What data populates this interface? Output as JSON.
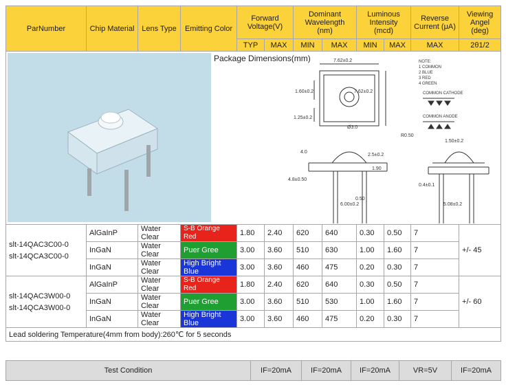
{
  "header": {
    "part_number": "ParNumber",
    "chip_material": "Chip Material",
    "lens_type": "Lens Type",
    "emitting_color": "Emitting Color",
    "forward_voltage": "Forward Voltage(V)",
    "dominant_wavelength": "Dominant Wavelength (nm)",
    "luminous_intensity": "Luminous Intensity (mcd)",
    "reverse_current": "Reverse Current (μA)",
    "viewing_angle": "Viewing Angel (deg)",
    "sub": {
      "typ": "TYP",
      "vf_max": "MAX",
      "wl_min": "MIN",
      "wl_max": "MAX",
      "iv_min": "MIN",
      "iv_max": "MAX",
      "ir_max": "MAX",
      "angle": "2θ1/2"
    }
  },
  "package": {
    "title": "Package Dimensions(mm)"
  },
  "groups": [
    {
      "part_numbers": [
        "slt-14QAC3C00-0",
        "slt-14QCA3C00-0"
      ],
      "angle": "+/- 45",
      "rows": [
        {
          "chip": "AlGaInP",
          "lens": "Water Clear",
          "color": "S-B Orange Red",
          "vf_typ": "1.80",
          "vf_max": "2.40",
          "wl_min": "620",
          "wl_max": "640",
          "iv_min": "0.30",
          "iv_max": "0.50",
          "ir": "7"
        },
        {
          "chip": "InGaN",
          "lens": "Water Clear",
          "color": "Puer Gree",
          "vf_typ": "3.00",
          "vf_max": "3.60",
          "wl_min": "510",
          "wl_max": "630",
          "iv_min": "1.00",
          "iv_max": "1.60",
          "ir": "7"
        },
        {
          "chip": "InGaN",
          "lens": "Water Clear",
          "color": "High Bright Blue",
          "vf_typ": "3.00",
          "vf_max": "3.60",
          "wl_min": "460",
          "wl_max": "475",
          "iv_min": "0.20",
          "iv_max": "0.30",
          "ir": "7"
        }
      ]
    },
    {
      "part_numbers": [
        "slt-14QAC3W00-0",
        "slt-14QCA3W00-0"
      ],
      "angle": "+/- 60",
      "rows": [
        {
          "chip": "AlGaInP",
          "lens": "Water Clear",
          "color": "S-B Orange Red",
          "vf_typ": "1.80",
          "vf_max": "2.40",
          "wl_min": "620",
          "wl_max": "640",
          "iv_min": "0.30",
          "iv_max": "0.50",
          "ir": "7"
        },
        {
          "chip": "InGaN",
          "lens": "Water Clear",
          "color": "Puer Gree",
          "vf_typ": "3.00",
          "vf_max": "3.60",
          "wl_min": "510",
          "wl_max": "530",
          "iv_min": "1.00",
          "iv_max": "1.60",
          "ir": "7"
        },
        {
          "chip": "InGaN",
          "lens": "Water Clear",
          "color": "High Bright Blue",
          "vf_typ": "3.00",
          "vf_max": "3.60",
          "wl_min": "460",
          "wl_max": "475",
          "iv_min": "0.20",
          "iv_max": "0.30",
          "ir": "7"
        }
      ]
    }
  ],
  "note": "Lead soldering Temperature(4mm from body):260℃  for 5 seconds",
  "test_condition": {
    "label": "Test Condition",
    "vf": "IF=20mA",
    "wl": "IF=20mA",
    "iv": "IF=20mA",
    "ir": "VR=5V",
    "angle": "IF=20mA"
  },
  "colors": {
    "header_bg": "#fcd23a",
    "orange_red": "#e8231c",
    "pure_green": "#1f9e32",
    "bright_blue": "#1a36d8",
    "photo_bg": "#c3dde8",
    "condition_bg": "#dcdcdc"
  },
  "drawing_text": {
    "top_width": "7.62±0.2",
    "side_height": "7.62±0.2",
    "left_top": "1.60±0.2",
    "left_bottom": "1.25±0.2",
    "hole": "Ø3.0",
    "front_height": "4.0",
    "front_pitch": "2.5±0.2",
    "front_lead_len": "1.90",
    "front_total": "4.8±0.50",
    "front_bottom": "6.00±0.2",
    "front_lead_small": "0.50",
    "side_radius": "R0.50",
    "side_width_top": "1.50±0.2",
    "side_lead": "0.4±0.1",
    "side_bottom": "5.08±0.2",
    "notes": [
      "NOTE:",
      "1 COMMON",
      "2 BLUE",
      "3 RED",
      "4 GREEN"
    ],
    "common_cathode": "COMMON CATHODE",
    "common_anode": "COMMON ANODE"
  }
}
